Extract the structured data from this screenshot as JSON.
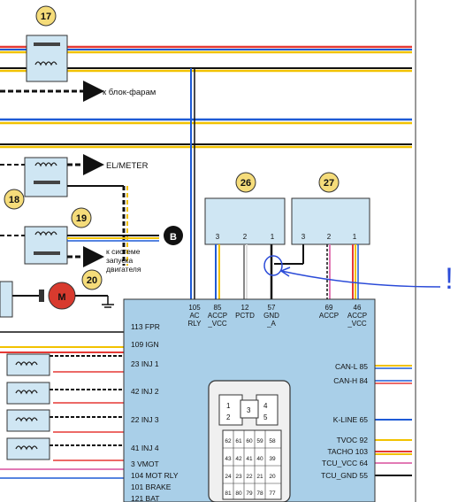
{
  "relays": {
    "r17": "17",
    "r18": "18",
    "r19": "19",
    "r20": "20",
    "r26": "26",
    "r27": "27"
  },
  "arrows": {
    "headlights": "к блок-фарам",
    "el_meter": "EL/METER",
    "start_system_1": "к системе",
    "start_system_2": "запуска",
    "start_system_3": "двигателя",
    "connector_b": "B"
  },
  "motor_label": "M",
  "connector_26_pins": [
    "3",
    "2",
    "1"
  ],
  "connector_27_pins": [
    "3",
    "2",
    "1"
  ],
  "ecu": {
    "top_pins": [
      {
        "num": "105",
        "l1": "AC",
        "l2": "RLY"
      },
      {
        "num": "85",
        "l1": "ACCP",
        "l2": "_VCC"
      },
      {
        "num": "12",
        "l1": "PCTD",
        "l2": ""
      },
      {
        "num": "57",
        "l1": "GND",
        "l2": "_A"
      },
      {
        "num": "69",
        "l1": "ACCP",
        "l2": ""
      },
      {
        "num": "46",
        "l1": "ACCP",
        "l2": "_VCC"
      }
    ],
    "left_pins": [
      "113 FPR",
      "109 IGN",
      "23 INJ 1",
      "42 INJ 2",
      "22 INJ 3",
      "41 INJ 4",
      "3 VMOT",
      "104 MOT RLY",
      "101 BRAKE",
      "121 BAT"
    ],
    "right_pins": [
      "CAN-L 85",
      "CAN-H 84",
      "K-LINE 65",
      "TVOC 92",
      "TACHO 103",
      "TCU_VCC 64",
      "TCU_GND 55"
    ],
    "chip_top": [
      "4",
      "5",
      "3",
      "1",
      "2"
    ],
    "chip_row1": [
      "62",
      "61",
      "60",
      "59",
      "58"
    ],
    "chip_row2": [
      "43",
      "42",
      "41",
      "40",
      "39"
    ],
    "chip_row3": [
      "24",
      "23",
      "22",
      "21",
      "20"
    ],
    "chip_row4": [
      "81",
      "80",
      "79",
      "78",
      "77"
    ]
  },
  "annotation": {
    "mark": "!"
  },
  "colors": {
    "ecu_fill": "#a9cfe8",
    "relay_fill": "#cfe6f3",
    "annotation": "#2b4bd8",
    "wire_red": "#e53935",
    "wire_blue": "#1e5bd6",
    "wire_yellow": "#f2c200",
    "wire_black": "#111111",
    "wire_pink": "#e27ab5",
    "motor_fill": "#d83a2e"
  }
}
